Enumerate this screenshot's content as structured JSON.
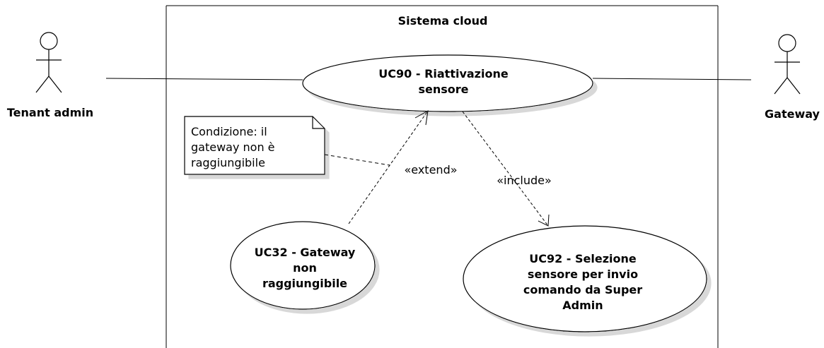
{
  "system": {
    "title": "Sistema cloud"
  },
  "actors": {
    "left": {
      "name": "Tenant admin"
    },
    "right": {
      "name": "Gateway"
    }
  },
  "use_cases": {
    "uc90": {
      "lines": [
        "UC90 - Riattivazione",
        "sensore"
      ]
    },
    "uc32": {
      "lines": [
        "UC32 - Gateway",
        "non",
        "raggiungibile"
      ]
    },
    "uc92": {
      "lines": [
        "UC92 - Selezione",
        "sensore per invio",
        "comando da Super",
        "Admin"
      ]
    }
  },
  "relations": {
    "extend_label": "«extend»",
    "include_label": "«include»"
  },
  "note": {
    "lines": [
      "Condizione: il",
      "gateway non è",
      "raggiungibile"
    ]
  }
}
